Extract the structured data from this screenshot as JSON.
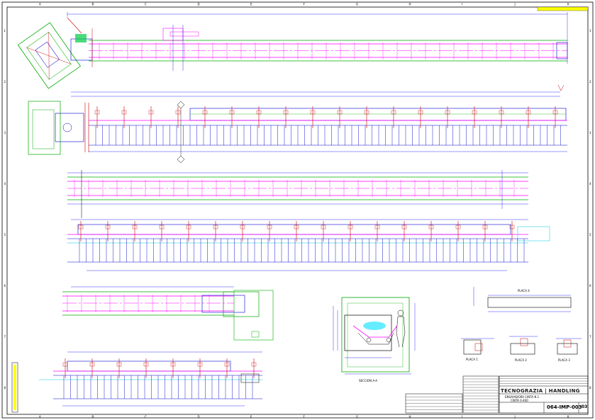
{
  "drawing": {
    "column_letters": [
      "A",
      "B",
      "C",
      "D",
      "E",
      "F",
      "G",
      "H",
      "I",
      "J",
      "K"
    ],
    "row_numbers": [
      "1",
      "2",
      "3",
      "4",
      "5",
      "6",
      "7",
      "8"
    ],
    "colors": {
      "frame": "#000000",
      "belt": "#ff00ff",
      "structure": "#00aa00",
      "elevation": "#0000cc",
      "dims": "#0000ff",
      "cyan": "#00c8e0",
      "red": "#cc0000",
      "stamp": "#ffff00"
    }
  },
  "title_block": {
    "company": "TECNOGRAZIA | HANDLING",
    "line1": "ENSAYADORA CINTA N.1",
    "line2": "CINTA 0-400",
    "drawing_no": "064-IMP-003",
    "revision": "03"
  },
  "section_labels": {
    "detail_a": "PLACA 1",
    "detail_b": "PLACA 2",
    "detail_c": "PLACA 3",
    "cross_section": "SECCION A-A",
    "plate_top": "PLACA 4"
  }
}
